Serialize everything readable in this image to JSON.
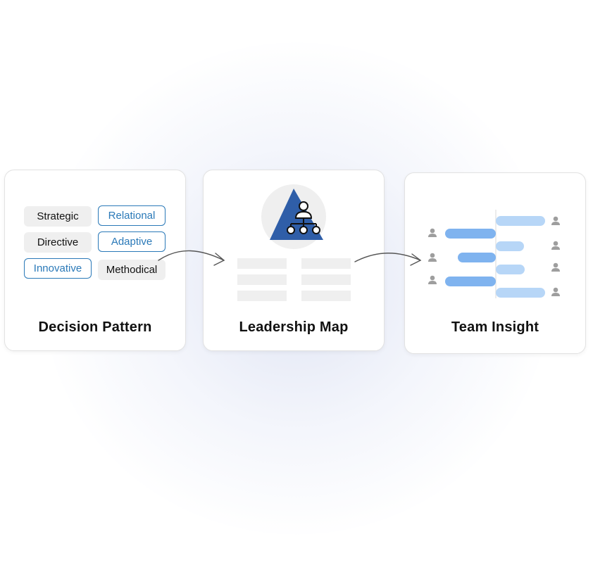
{
  "cards": [
    {
      "title": "Decision Pattern",
      "chips": [
        {
          "label": "Strategic",
          "style": "plain"
        },
        {
          "label": "Relational",
          "style": "outline"
        },
        {
          "label": "Directive",
          "style": "plain"
        },
        {
          "label": "Adaptive",
          "style": "outline"
        },
        {
          "label": "Innovative",
          "style": "outline"
        },
        {
          "label": "Methodical",
          "style": "plain"
        }
      ]
    },
    {
      "title": "Leadership Map",
      "icon": "org-chart-pyramid-icon"
    },
    {
      "title": "Team Insight",
      "icon": "person-icon"
    }
  ],
  "colors": {
    "accent_blue": "#2a79b8",
    "pyramid_blue": "#2f5ea8",
    "bar_dark": "#7fb3ef",
    "bar_light": "#b7d6f7",
    "person_gray": "#9e9e9e"
  }
}
